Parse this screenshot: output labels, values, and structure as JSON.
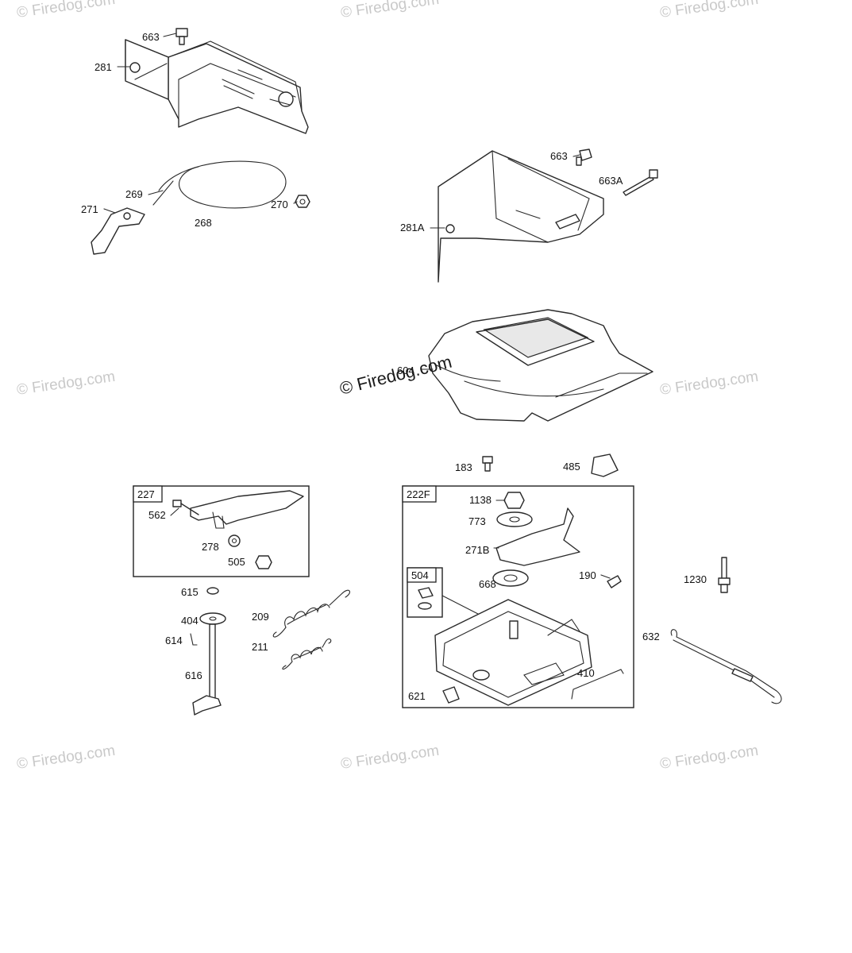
{
  "watermark": {
    "text": "© Firedog.com",
    "center_text": "© Firedog.com"
  },
  "boxes": {
    "box_227": "227",
    "box_222f": "222F",
    "box_504": "504"
  },
  "labels": {
    "p663_top": "663",
    "p281": "281",
    "p269": "269",
    "p271": "271",
    "p268": "268",
    "p270": "270",
    "p663_right": "663",
    "p663a": "663A",
    "p281a": "281A",
    "p604": "604",
    "p183": "183",
    "p485": "485",
    "p562": "562",
    "p278": "278",
    "p505": "505",
    "p1138": "1138",
    "p773": "773",
    "p271b": "271B",
    "p190": "190",
    "p668": "668",
    "p1230": "1230",
    "p615": "615",
    "p404": "404",
    "p209": "209",
    "p614": "614",
    "p211": "211",
    "p616": "616",
    "p632": "632",
    "p410": "410",
    "p621": "621"
  }
}
